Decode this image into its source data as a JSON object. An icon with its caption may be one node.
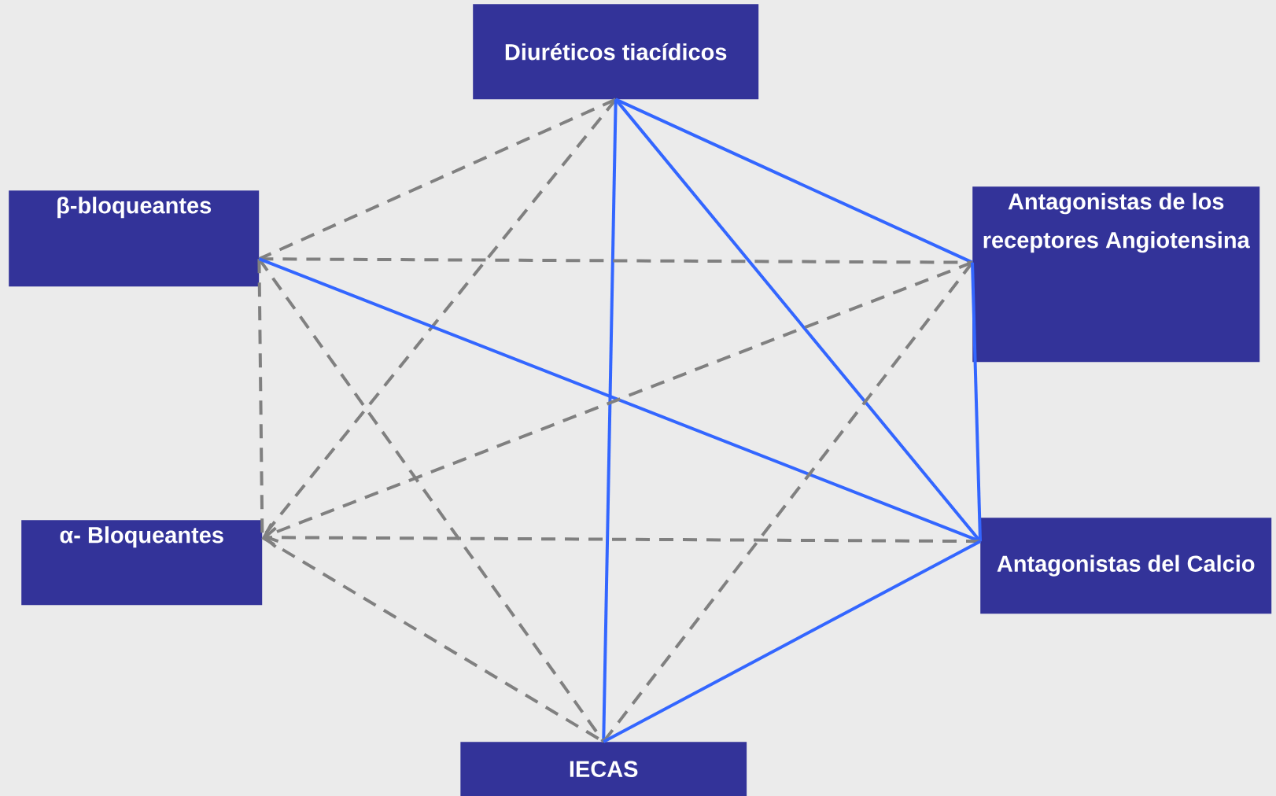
{
  "diagram": {
    "nodes": [
      {
        "text": [
          "Diuréticos tiacídicos"
        ]
      },
      {
        "text": [
          "β-bloqueantes"
        ]
      },
      {
        "text": [
          "Antagonistas de los receptores Angiotensina"
        ]
      },
      {
        "text": [
          "α- Bloqueantes"
        ]
      },
      {
        "text": [
          "Antagonistas del Calcio"
        ]
      },
      {
        "text": [
          "IECAS"
        ]
      }
    ],
    "edges": [
      {
        "from": 0,
        "to": 1,
        "arrow": "none",
        "style": "dashed"
      },
      {
        "from": 0,
        "to": 3,
        "arrow": "none",
        "style": "dashed"
      },
      {
        "from": 0,
        "to": 5,
        "arrow": "none",
        "color": "#3366ff"
      },
      {
        "from": 0,
        "to": 2,
        "arrow": "none",
        "color": "#3366ff"
      },
      {
        "from": 0,
        "to": 4,
        "arrow": "none",
        "color": "#3366ff"
      },
      {
        "from": 1,
        "to": 2,
        "arrow": "none",
        "style": "dashed"
      },
      {
        "from": 1,
        "to": 3,
        "arrow": "none",
        "style": "dashed"
      },
      {
        "from": 1,
        "to": 5,
        "arrow": "none",
        "style": "dashed"
      },
      {
        "from": 1,
        "to": 4,
        "arrow": "none",
        "color": "#3366ff"
      },
      {
        "from": 2,
        "to": 3,
        "arrow": "to",
        "style": "dashed"
      },
      {
        "from": 2,
        "to": 5,
        "arrow": "none",
        "style": "dashed"
      },
      {
        "from": 2,
        "to": 4,
        "arrow": "none",
        "color": "#3366ff"
      },
      {
        "from": 4,
        "to": 3,
        "arrow": "to",
        "style": "dashed"
      },
      {
        "from": 3,
        "to": 5,
        "arrow": "none",
        "style": "dashed"
      },
      {
        "from": 4,
        "to": 5,
        "arrow": "none",
        "color": "#3366ff"
      }
    ]
  }
}
